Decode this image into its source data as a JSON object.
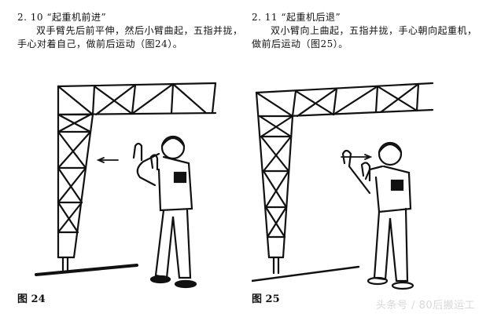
{
  "sections": [
    {
      "number": "2. 10",
      "title": "“起重机前进”",
      "description": "双手臂先后前平伸，然后小臂曲起，五指并拢，手心对着自己，做前后运动（图24）。",
      "figure_caption": "图 24",
      "arrow_direction": "left"
    },
    {
      "number": "2. 11",
      "title": "“起重机后退”",
      "description": "双小臂向上曲起，五指并拢，手心朝向起重机，做前后运动（图25）。",
      "figure_caption": "图 25",
      "arrow_direction": "right"
    }
  ],
  "watermark": "头条号 / 80后搬运工"
}
